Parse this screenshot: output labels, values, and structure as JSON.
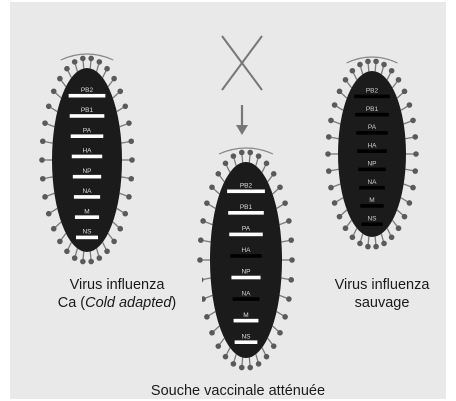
{
  "captions": {
    "left_line1": "Virus influenza",
    "left_line2_prefix": "Ca (",
    "left_line2_italic": "Cold adapted",
    "left_line2_suffix": ")",
    "right_line1": "Virus influenza",
    "right_line2": "sauvage",
    "bottom": "Souche vaccinale atténuée"
  },
  "segments": [
    "PB2",
    "PB1",
    "PA",
    "HA",
    "NP",
    "NA",
    "M",
    "NS"
  ],
  "viruses": [
    {
      "id": "virus-ca",
      "bars": [
        "white",
        "white",
        "white",
        "white",
        "white",
        "white",
        "white",
        "white"
      ]
    },
    {
      "id": "virus-wild",
      "bars": [
        "black",
        "black",
        "black",
        "black",
        "black",
        "black",
        "black",
        "black"
      ]
    },
    {
      "id": "virus-vaccine",
      "bars": [
        "white",
        "white",
        "white",
        "black",
        "white",
        "black",
        "white",
        "white"
      ]
    }
  ],
  "colors": {
    "background": "#e9e9e9",
    "particle": "#1b1b1b",
    "spike": "#7a7a7a",
    "ca_bar": "#ffffff",
    "wild_bar": "#000000"
  }
}
